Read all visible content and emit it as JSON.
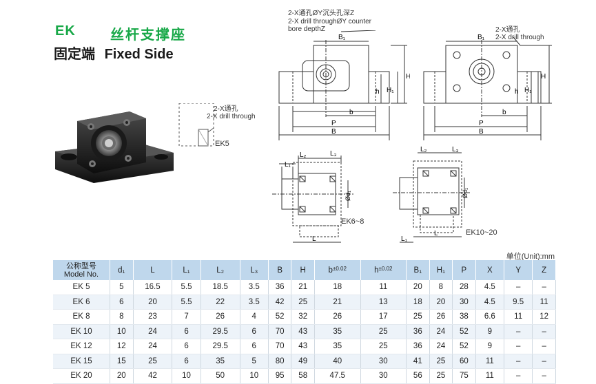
{
  "header": {
    "code": "EK",
    "title_cn": "丝杆支撑座",
    "subtitle_cn": "固定端",
    "subtitle_en": "Fixed Side"
  },
  "notes": {
    "top_cn": "2-X通孔ØY沉头孔深Z",
    "top_en1": "2-X drill throughØY counter",
    "top_en2": "bore depthZ",
    "right_cn": "2-X通孔",
    "right_en": "2-X drill through",
    "ek5_cn": "2-X通孔",
    "ek5_en": "2-X drill through",
    "ek5_label": "EK5",
    "ek6_label": "EK6~8",
    "ek10_label": "EK10~20"
  },
  "dim_labels": {
    "B1": "B₁",
    "H": "H",
    "H1": "H₁",
    "h": "h",
    "b": "b",
    "P": "P",
    "B": "B",
    "L": "L",
    "L1": "L₁",
    "L2": "L₂",
    "L3": "L₃",
    "d1": "Ød₁"
  },
  "unit_label": "单位(Unit):mm",
  "table": {
    "model_cn": "公称型号",
    "model_en": "Model No.",
    "columns": [
      "d₁",
      "L",
      "L₁",
      "L₂",
      "L₃",
      "B",
      "H",
      "b",
      "h",
      "B₁",
      "H₁",
      "P",
      "X",
      "Y",
      "Z"
    ],
    "tolerance": "±0.02",
    "rows": [
      [
        "EK  5",
        "5",
        "16.5",
        "5.5",
        "18.5",
        "3.5",
        "36",
        "21",
        "18",
        "11",
        "20",
        "8",
        "28",
        "4.5",
        "–",
        "–"
      ],
      [
        "EK  6",
        "6",
        "20",
        "5.5",
        "22",
        "3.5",
        "42",
        "25",
        "21",
        "13",
        "18",
        "20",
        "30",
        "4.5",
        "9.5",
        "11"
      ],
      [
        "EK  8",
        "8",
        "23",
        "7",
        "26",
        "4",
        "52",
        "32",
        "26",
        "17",
        "25",
        "26",
        "38",
        "6.6",
        "11",
        "12"
      ],
      [
        "EK 10",
        "10",
        "24",
        "6",
        "29.5",
        "6",
        "70",
        "43",
        "35",
        "25",
        "36",
        "24",
        "52",
        "9",
        "–",
        "–"
      ],
      [
        "EK 12",
        "12",
        "24",
        "6",
        "29.5",
        "6",
        "70",
        "43",
        "35",
        "25",
        "36",
        "24",
        "52",
        "9",
        "–",
        "–"
      ],
      [
        "EK 15",
        "15",
        "25",
        "6",
        "35",
        "5",
        "80",
        "49",
        "40",
        "30",
        "41",
        "25",
        "60",
        "11",
        "–",
        "–"
      ],
      [
        "EK 20",
        "20",
        "42",
        "10",
        "50",
        "10",
        "95",
        "58",
        "47.5",
        "30",
        "56",
        "25",
        "75",
        "11",
        "–",
        "–"
      ]
    ]
  }
}
